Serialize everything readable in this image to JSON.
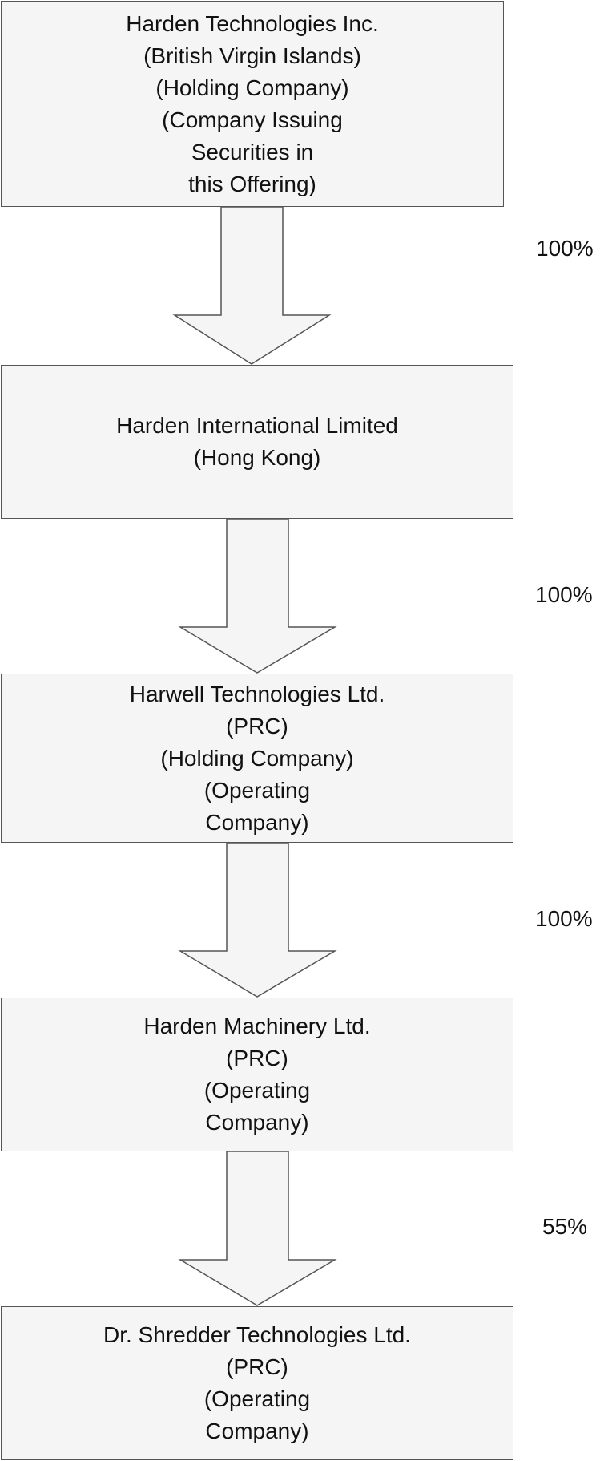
{
  "entities": [
    {
      "lines": [
        "Harden Technologies Inc.",
        "(British Virgin Islands)",
        "(Holding Company)",
        "(Company Issuing",
        "Securities in",
        "this Offering)"
      ]
    },
    {
      "lines": [
        "Harden International Limited",
        "(Hong Kong)"
      ]
    },
    {
      "lines": [
        "Harwell Technologies Ltd.",
        "(PRC)",
        "(Holding Company)",
        "(Operating",
        "Company)"
      ]
    },
    {
      "lines": [
        "Harden Machinery Ltd.",
        "(PRC)",
        "(Operating",
        "Company)"
      ]
    },
    {
      "lines": [
        "Dr. Shredder Technologies Ltd.",
        "(PRC)",
        "(Operating",
        "Company)"
      ]
    }
  ],
  "ownership": [
    {
      "percent": "100%"
    },
    {
      "percent": "100%"
    },
    {
      "percent": "100%"
    },
    {
      "percent": "55%"
    }
  ],
  "colors": {
    "box_fill": "#f5f5f5",
    "border": "#555555",
    "text": "#111111"
  }
}
